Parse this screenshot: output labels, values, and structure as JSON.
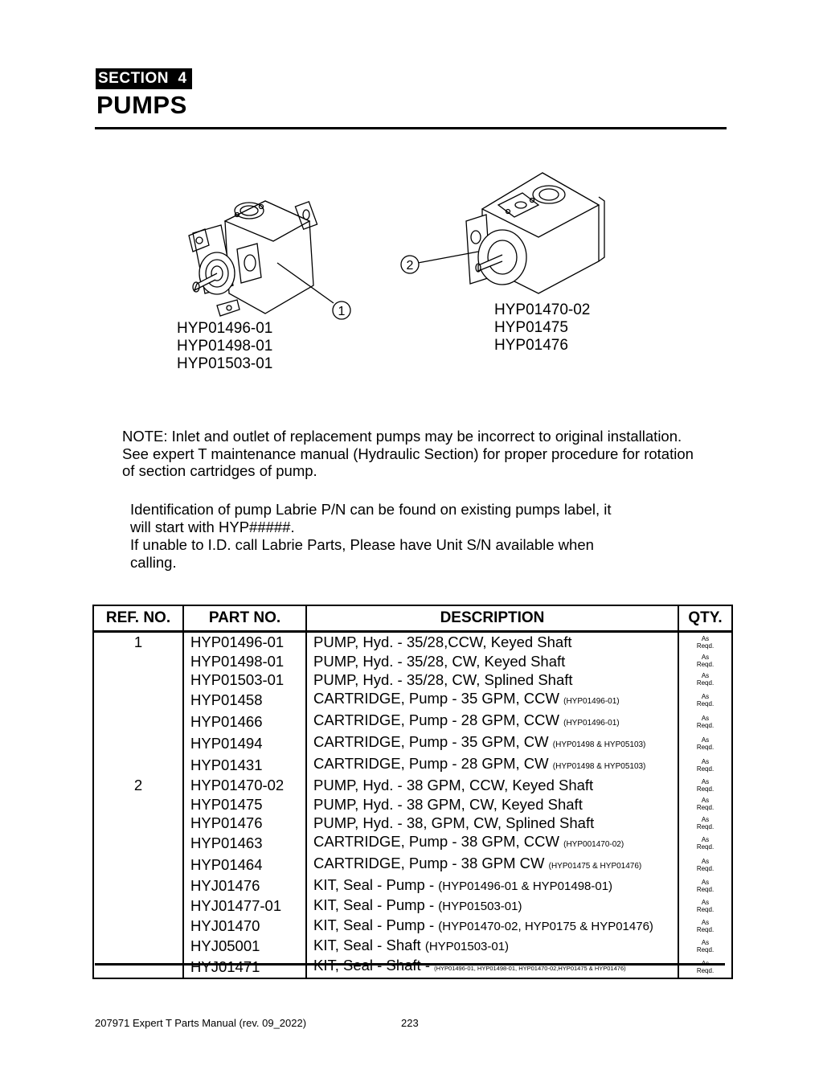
{
  "header": {
    "section_label": "SECTION  4",
    "title": "PUMPS"
  },
  "figure": {
    "callout_1": "1",
    "callout_2": "2",
    "pump_1_parts": [
      "HYP01496-01",
      "HYP01498-01",
      "HYP01503-01"
    ],
    "pump_2_parts": [
      "HYP01470-02",
      "HYP01475",
      "HYP01476"
    ]
  },
  "note": "NOTE: Inlet and outlet of replacement pumps may be incorrect to original installation. See expert T maintenance manual (Hydraulic Section) for proper procedure for rotation of section cartridges of pump.",
  "identification": [
    "Identification of pump Labrie P/N can be found on existing pumps label, it",
    "will start with HYP#####.",
    "If unable to I.D. call Labrie Parts, Please have Unit S/N available when",
    "calling."
  ],
  "table": {
    "headers": {
      "ref": "REF. NO.",
      "part": "PART NO.",
      "desc": "DESCRIPTION",
      "qty": "QTY."
    },
    "qty_line1": "As",
    "qty_line2": "Reqd.",
    "rows": [
      {
        "ref": "1",
        "part": "HYP01496-01",
        "desc": "PUMP, Hyd. - 35/28,CCW, Keyed Shaft",
        "desc_note": "",
        "note_size": ""
      },
      {
        "ref": "",
        "part": "HYP01498-01",
        "desc": "PUMP, Hyd. - 35/28, CW, Keyed Shaft",
        "desc_note": "",
        "note_size": ""
      },
      {
        "ref": "",
        "part": "HYP01503-01",
        "desc": "PUMP, Hyd. - 35/28, CW, Splined Shaft",
        "desc_note": "",
        "note_size": ""
      },
      {
        "ref": "",
        "part": "HYP01458",
        "desc": "CARTRIDGE, Pump - 35 GPM, CCW ",
        "desc_note": "(HYP01496-01)",
        "note_size": "small"
      },
      {
        "ref": "",
        "part": "HYP01466",
        "desc": "CARTRIDGE, Pump - 28 GPM, CCW ",
        "desc_note": "(HYP01496-01)",
        "note_size": "small"
      },
      {
        "ref": "",
        "part": "HYP01494",
        "desc": "CARTRIDGE, Pump - 35 GPM, CW ",
        "desc_note": "(HYP01498 & HYP05103)",
        "note_size": "small"
      },
      {
        "ref": "",
        "part": "HYP01431",
        "desc": "CARTRIDGE, Pump - 28 GPM, CW ",
        "desc_note": "(HYP01498 & HYP05103)",
        "note_size": "small"
      },
      {
        "ref": "2",
        "part": "HYP01470-02",
        "desc": "PUMP, Hyd. - 38 GPM, CCW, Keyed Shaft",
        "desc_note": "",
        "note_size": ""
      },
      {
        "ref": "",
        "part": "HYP01475",
        "desc": "PUMP, Hyd. - 38 GPM, CW, Keyed Shaft",
        "desc_note": "",
        "note_size": ""
      },
      {
        "ref": "",
        "part": "HYP01476",
        "desc": "PUMP, Hyd. - 38, GPM, CW, Splined Shaft",
        "desc_note": "",
        "note_size": ""
      },
      {
        "ref": "",
        "part": "HYP01463",
        "desc": "CARTRIDGE, Pump - 38 GPM, CCW ",
        "desc_note": "(HYP001470-02)",
        "note_size": "small"
      },
      {
        "ref": "",
        "part": "HYP01464",
        "desc": "CARTRIDGE, Pump - 38 GPM CW ",
        "desc_note": "(HYP01475 & HYP01476)",
        "note_size": "small"
      },
      {
        "ref": "",
        "part": "HYJ01476",
        "desc": "KIT, Seal - Pump - ",
        "desc_note": "(HYP01496-01 & HYP01498-01)",
        "note_size": "mid"
      },
      {
        "ref": "",
        "part": "HYJ01477-01",
        "desc": "KIT, Seal - Pump - ",
        "desc_note": "(HYP01503-01)",
        "note_size": "mid"
      },
      {
        "ref": "",
        "part": "HYJ01470",
        "desc": "KIT, Seal - Pump - ",
        "desc_note": "(HYP01470-02, HYP0175 & HYP01476)",
        "note_size": "mid"
      },
      {
        "ref": "",
        "part": "HYJ05001",
        "desc": "KIT, Seal - Shaft ",
        "desc_note": "(HYP01503-01)",
        "note_size": "mid"
      },
      {
        "ref": "",
        "part": "HYJ01471",
        "desc": "KIT, Seal - Shaft - ",
        "desc_note": "(HYP01496-01, HYP01498-01, HYP01470-02,HYP01475 & HYP01476)",
        "note_size": "tiny"
      }
    ]
  },
  "footer": {
    "manual": "207971 Expert T Parts Manual (rev. 09_2022)",
    "page": "223"
  }
}
